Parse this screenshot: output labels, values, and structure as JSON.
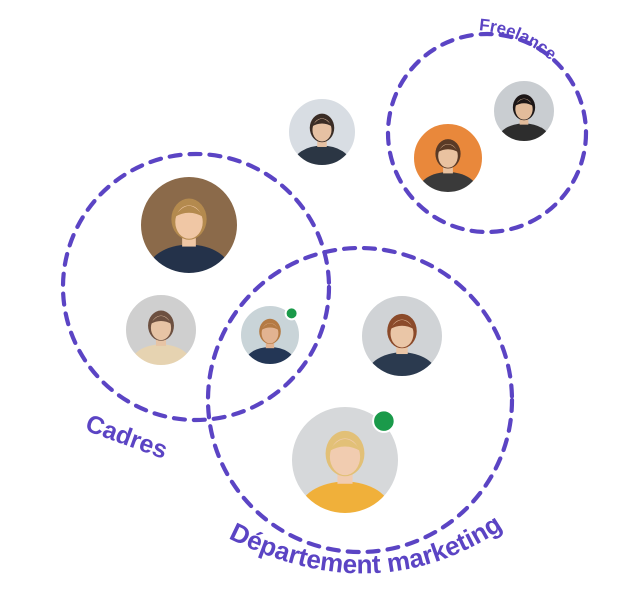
{
  "colors": {
    "ring": "#5b44c4",
    "label": "#5b44c4",
    "online_dot": "#1a9a4a"
  },
  "groups": [
    {
      "id": "freelance",
      "label": "Freelance"
    },
    {
      "id": "cadres",
      "label": "Cadres"
    },
    {
      "id": "marketing",
      "label": "Département marketing"
    }
  ],
  "people": [
    {
      "id": "person-suit-young-man",
      "icon": "person-avatar-icon",
      "online": false,
      "palette": {
        "bg": "#d8dde3",
        "skin": "#e6c1a3",
        "hair": "#3a2c25",
        "top": "#2b3644"
      }
    },
    {
      "id": "person-freelance-woman-dark",
      "icon": "person-avatar-icon",
      "online": false,
      "palette": {
        "bg": "#c9cdd1",
        "skin": "#e2bc9b",
        "hair": "#1d1717",
        "top": "#2d2d2d"
      }
    },
    {
      "id": "person-freelance-woman-orange",
      "icon": "person-avatar-icon",
      "online": false,
      "palette": {
        "bg": "#e9883b",
        "skin": "#e9c2a0",
        "hair": "#5a3a26",
        "top": "#3a3a3a"
      }
    },
    {
      "id": "person-glasses-man",
      "icon": "person-avatar-icon",
      "online": false,
      "palette": {
        "bg": "#8b6a4a",
        "skin": "#f0c7a5",
        "hair": "#b48a4e",
        "top": "#24324a"
      }
    },
    {
      "id": "person-cadre-woman",
      "icon": "person-avatar-icon",
      "online": false,
      "palette": {
        "bg": "#cfcfcf",
        "skin": "#e7c4a5",
        "hair": "#6d5040",
        "top": "#e6d3b1"
      }
    },
    {
      "id": "person-bearded-man",
      "icon": "person-avatar-icon",
      "online": true,
      "palette": {
        "bg": "#c9d4d8",
        "skin": "#e2b391",
        "hair": "#b47a43",
        "top": "#233655"
      }
    },
    {
      "id": "person-marketing-woman-red",
      "icon": "person-avatar-icon",
      "online": false,
      "palette": {
        "bg": "#d0d3d6",
        "skin": "#eac6a7",
        "hair": "#8b4a2a",
        "top": "#2b3a4f"
      }
    },
    {
      "id": "person-blonde-woman",
      "icon": "person-avatar-icon",
      "online": true,
      "palette": {
        "bg": "#d6d8da",
        "skin": "#f1ccb0",
        "hair": "#e2c077",
        "top": "#f0b03a"
      }
    }
  ]
}
